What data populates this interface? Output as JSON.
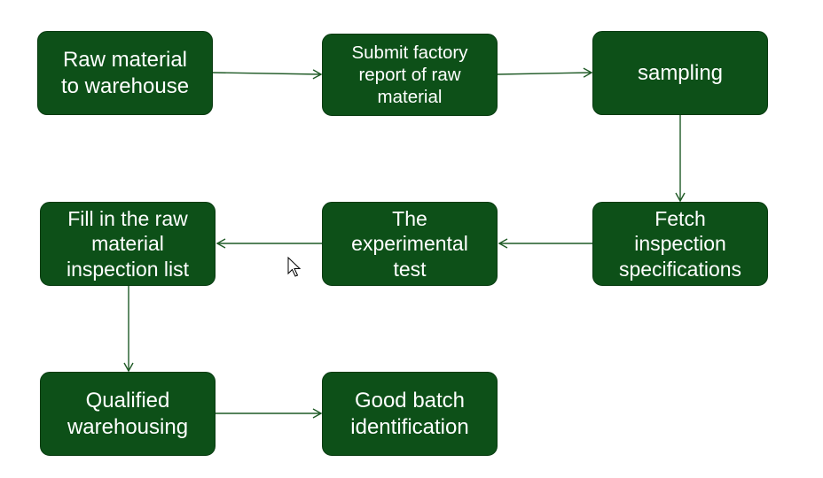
{
  "diagram": {
    "nodes": [
      {
        "id": "n1",
        "label": "Raw material\nto warehouse"
      },
      {
        "id": "n2",
        "label": "Submit factory\nreport of raw\nmaterial"
      },
      {
        "id": "n3",
        "label": "sampling"
      },
      {
        "id": "n4",
        "label": "Fetch\ninspection\nspecifications"
      },
      {
        "id": "n5",
        "label": "The\nexperimental\ntest"
      },
      {
        "id": "n6",
        "label": "Fill in the raw\nmaterial\ninspection list"
      },
      {
        "id": "n7",
        "label": "Qualified\nwarehousing"
      },
      {
        "id": "n8",
        "label": "Good batch\nidentification"
      }
    ],
    "edges": [
      {
        "from": "n1",
        "to": "n2"
      },
      {
        "from": "n2",
        "to": "n3"
      },
      {
        "from": "n3",
        "to": "n4"
      },
      {
        "from": "n4",
        "to": "n5"
      },
      {
        "from": "n5",
        "to": "n6"
      },
      {
        "from": "n6",
        "to": "n7"
      },
      {
        "from": "n7",
        "to": "n8"
      }
    ],
    "colors": {
      "node_fill": "#0d5018",
      "node_text": "#ffffff",
      "edge": "#1f5a26"
    }
  }
}
